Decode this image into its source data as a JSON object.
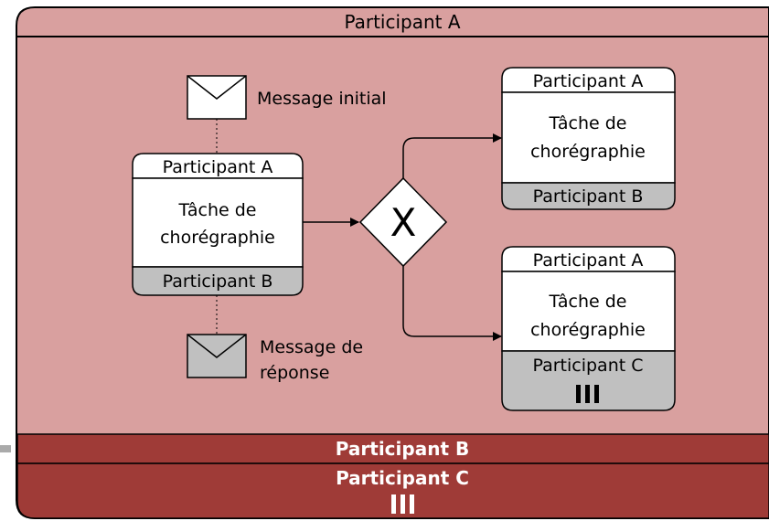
{
  "diagram": {
    "top_participant": "Participant A",
    "bottom_participants": [
      "Participant B",
      "Participant C"
    ],
    "main_task": {
      "top": "Participant A",
      "name_line1": "Tâche de",
      "name_line2": "chorégraphie",
      "bottom": "Participant B"
    },
    "upper_task": {
      "top": "Participant A",
      "name_line1": "Tâche de",
      "name_line2": "chorégraphie",
      "bottom": "Participant B"
    },
    "lower_task": {
      "top": "Participant A",
      "name_line1": "Tâche de",
      "name_line2": "chorégraphie",
      "bottom": "Participant C"
    },
    "initial_message": "Message initial",
    "reply_message_line1": "Message de",
    "reply_message_line2": "réponse",
    "gateway_symbol": "X",
    "colors": {
      "pool_fill": "#d9a09f",
      "band_fill": "#9f3b37",
      "task_fill": "#ffffff",
      "non_initiating_fill": "#c0c0c0",
      "line": "#000000"
    }
  }
}
